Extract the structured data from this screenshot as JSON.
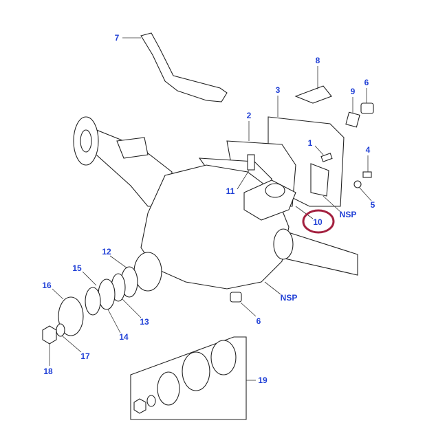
{
  "diagram": {
    "callouts": [
      {
        "id": "7",
        "text": "7"
      },
      {
        "id": "8",
        "text": "8"
      },
      {
        "id": "3",
        "text": "3"
      },
      {
        "id": "9",
        "text": "9"
      },
      {
        "id": "6a",
        "text": "6"
      },
      {
        "id": "2",
        "text": "2"
      },
      {
        "id": "1",
        "text": "1"
      },
      {
        "id": "4",
        "text": "4"
      },
      {
        "id": "11",
        "text": "11"
      },
      {
        "id": "5",
        "text": "5"
      },
      {
        "id": "nsp1",
        "text": "NSP"
      },
      {
        "id": "10",
        "text": "10"
      },
      {
        "id": "12",
        "text": "12"
      },
      {
        "id": "15",
        "text": "15"
      },
      {
        "id": "16",
        "text": "16"
      },
      {
        "id": "13",
        "text": "13"
      },
      {
        "id": "14",
        "text": "14"
      },
      {
        "id": "17",
        "text": "17"
      },
      {
        "id": "18",
        "text": "18"
      },
      {
        "id": "6b",
        "text": "6"
      },
      {
        "id": "nsp2",
        "text": "NSP"
      },
      {
        "id": "19",
        "text": "19"
      }
    ],
    "highlight_color": "#a3203f",
    "label_color": "#1f3fd6"
  }
}
